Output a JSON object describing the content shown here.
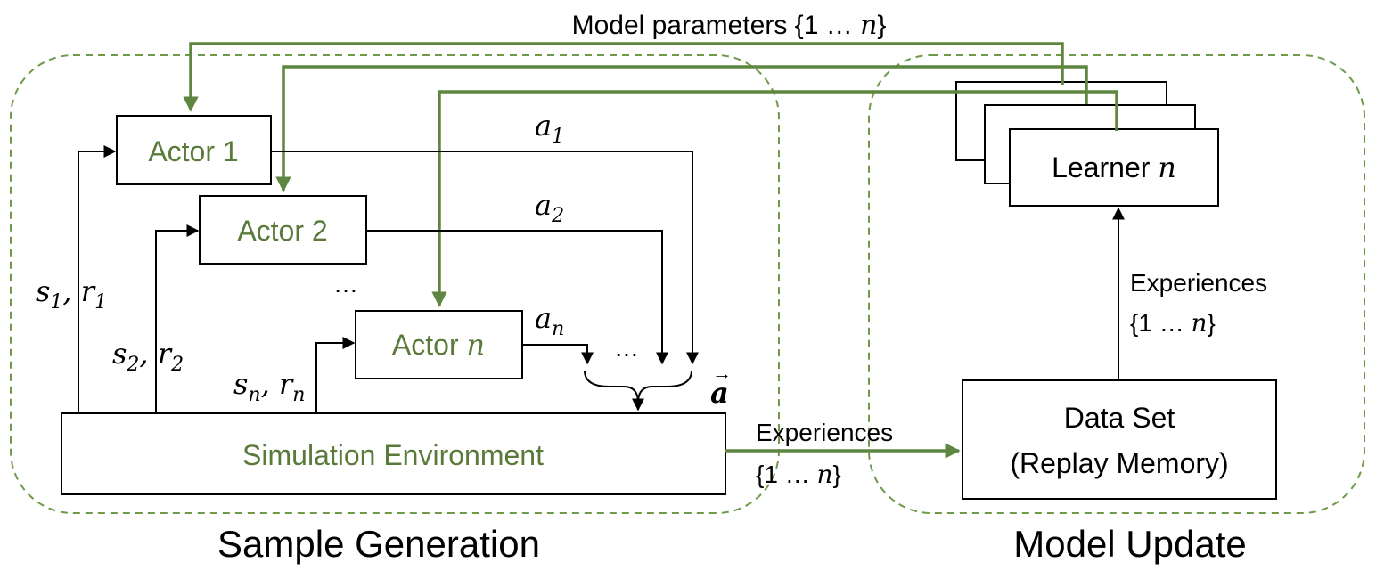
{
  "top_label": {
    "prefix": "Model parameters {1 … ",
    "var": "n",
    "suffix": "}"
  },
  "actors": [
    {
      "prefix": "Actor 1",
      "var": ""
    },
    {
      "prefix": "Actor 2",
      "var": ""
    },
    {
      "prefix": "Actor ",
      "var": "n"
    }
  ],
  "actions": [
    {
      "base": "a",
      "sub": "1"
    },
    {
      "base": "a",
      "sub": "2"
    },
    {
      "base": "a",
      "sub": "n"
    }
  ],
  "states": [
    {
      "s": "s",
      "s_sub": "1",
      "sep": ", ",
      "r": "r",
      "r_sub": "1"
    },
    {
      "s": "s",
      "s_sub": "2",
      "sep": ", ",
      "r": "r",
      "r_sub": "2"
    },
    {
      "s": "s",
      "s_sub": "n",
      "sep": ", ",
      "r": "r",
      "r_sub": "n"
    }
  ],
  "ellipsis": "…",
  "joint_action": "a",
  "joint_action_arrow": "⃗",
  "environment": "Simulation Environment",
  "experiences": {
    "label": "Experiences",
    "range_prefix": "{1 … ",
    "var": "n",
    "range_suffix": "}"
  },
  "learner": {
    "prefix": "Learner ",
    "var": "n"
  },
  "dataset": {
    "line1": "Data Set",
    "line2": "(Replay Memory)"
  },
  "regions": {
    "left": "Sample Generation",
    "right": "Model Update"
  }
}
